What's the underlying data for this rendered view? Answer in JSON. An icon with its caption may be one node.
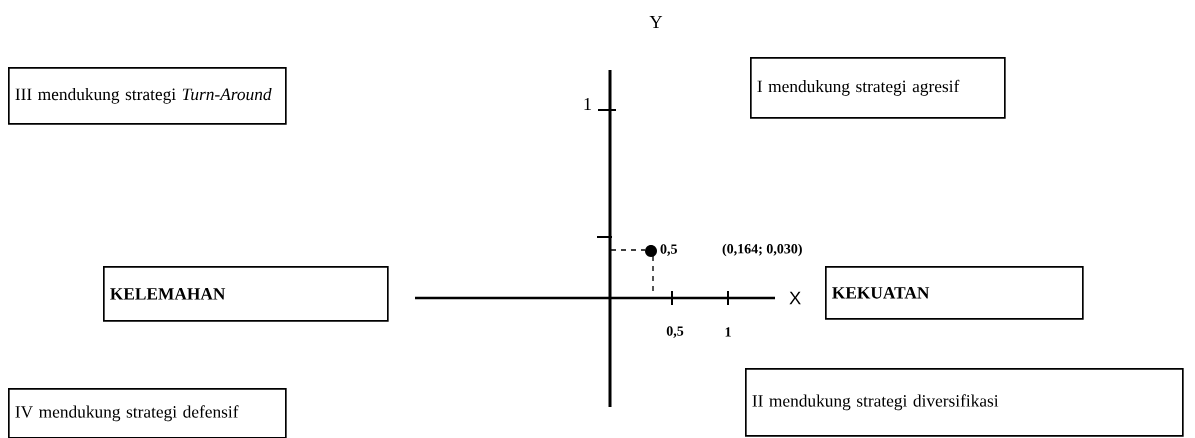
{
  "diagram": {
    "nodes": [
      {
        "text": [
          "III mendukung strategi *Turn-Around*"
        ]
      },
      {
        "text": [
          "I mendukung strategi agresif"
        ]
      },
      {
        "text": [
          "KELEMAHAN"
        ]
      },
      {
        "text": [
          "KEKUATAN"
        ]
      },
      {
        "text": [
          "IV mendukung strategi defensif"
        ]
      },
      {
        "text": [
          "II mendukung strategi diversifikasi"
        ]
      }
    ],
    "labels": [
      "Y",
      "1",
      "0,5",
      "(0,164; 0,030)",
      "X",
      "0,5",
      "1"
    ]
  }
}
